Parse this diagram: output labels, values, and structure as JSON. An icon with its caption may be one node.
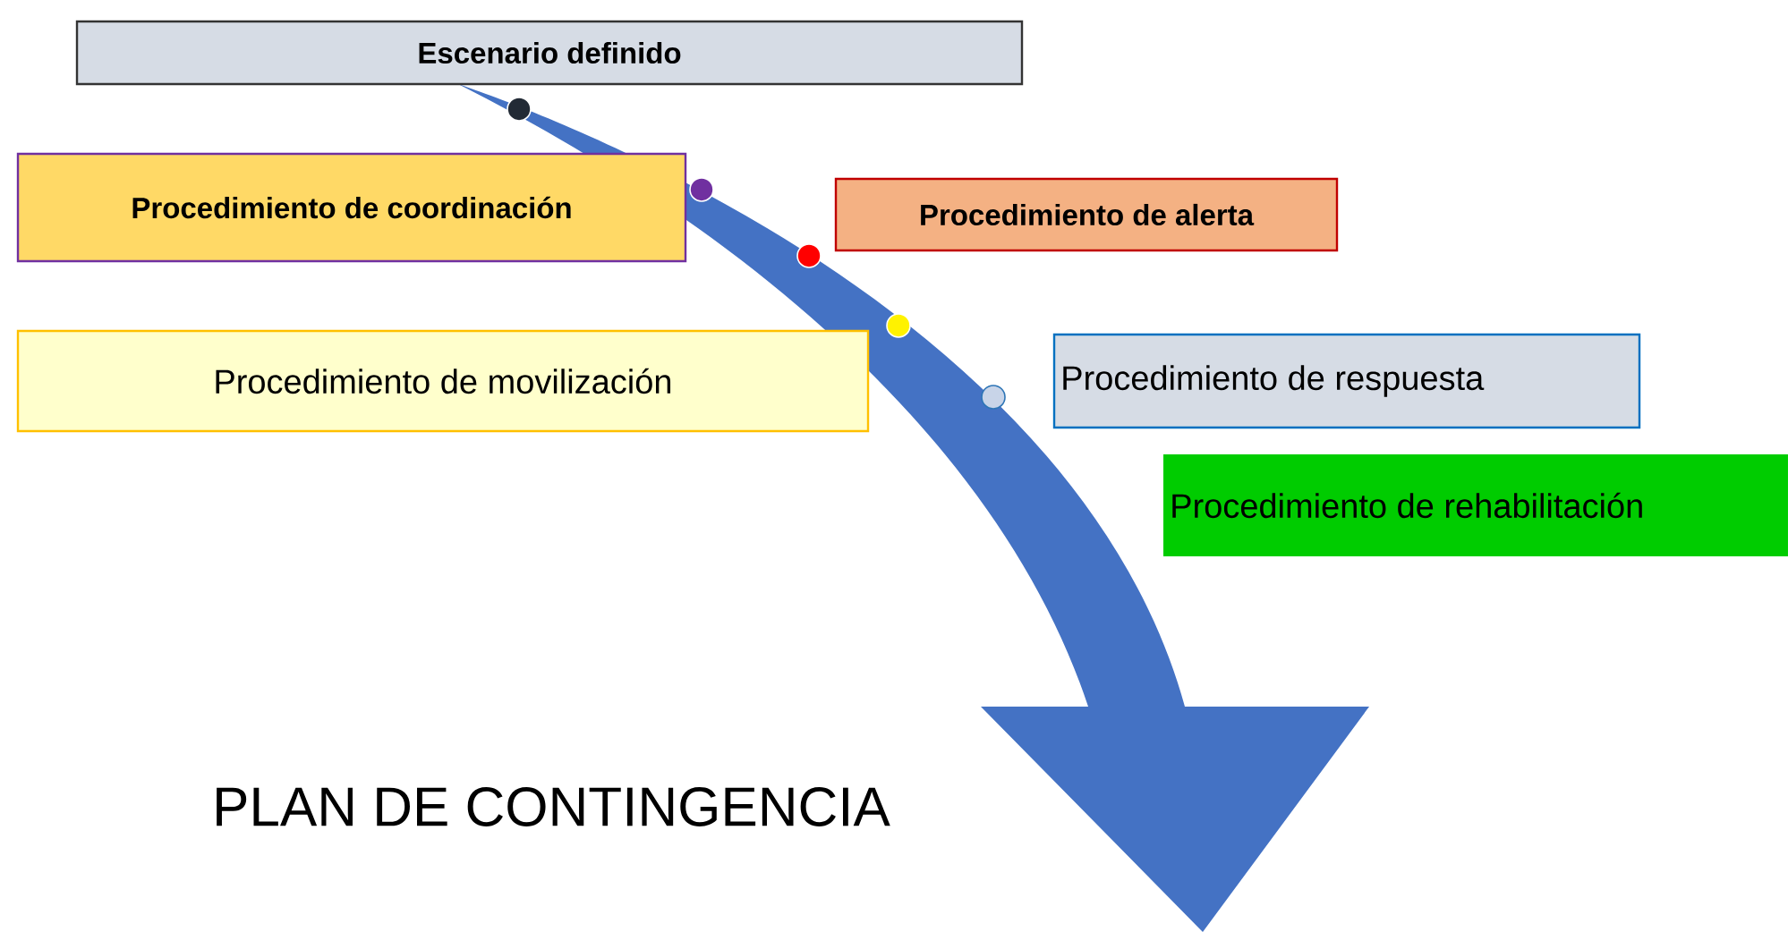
{
  "diagram": {
    "nodes": [
      {
        "text": [
          "Escenario definido"
        ]
      },
      {
        "text": [
          "Procedimiento de coordinación"
        ]
      },
      {
        "text": [
          "Procedimiento de alerta"
        ]
      },
      {
        "text": [
          "Procedimiento de movilización"
        ]
      },
      {
        "text": [
          "Procedimiento de respuesta"
        ]
      },
      {
        "text": [
          "Procedimiento de rehabilitación"
        ]
      }
    ],
    "labels": [
      "PLAN DE CONTINGENCIA"
    ]
  }
}
